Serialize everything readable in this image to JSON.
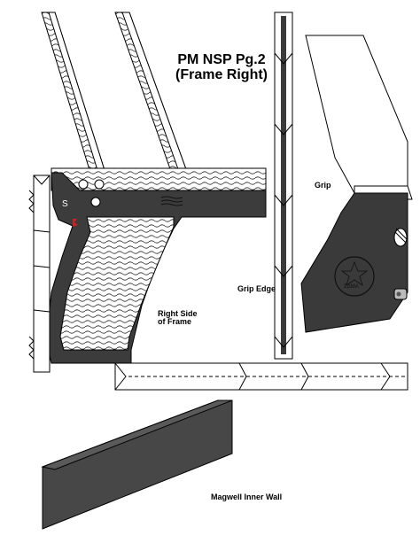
{
  "title": {
    "line1": "PM NSP Pg.2",
    "line2": "(Frame Right)"
  },
  "labels": {
    "grip": "Grip",
    "grip_edge": "Grip Edge",
    "right_side_line1": "Right Side",
    "right_side_line2": "of Frame",
    "magwell": "Magwell Inner Wall",
    "safety_mark": "S",
    "logo_text": "ΣΔΜΑ"
  },
  "colors": {
    "frame_fill": "#3c3c3c",
    "grip_fill": "#3a3a3a",
    "magwell_fill": "#474747",
    "outline": "#000000",
    "paper": "#ffffff",
    "red_mark": "#cc2222"
  }
}
